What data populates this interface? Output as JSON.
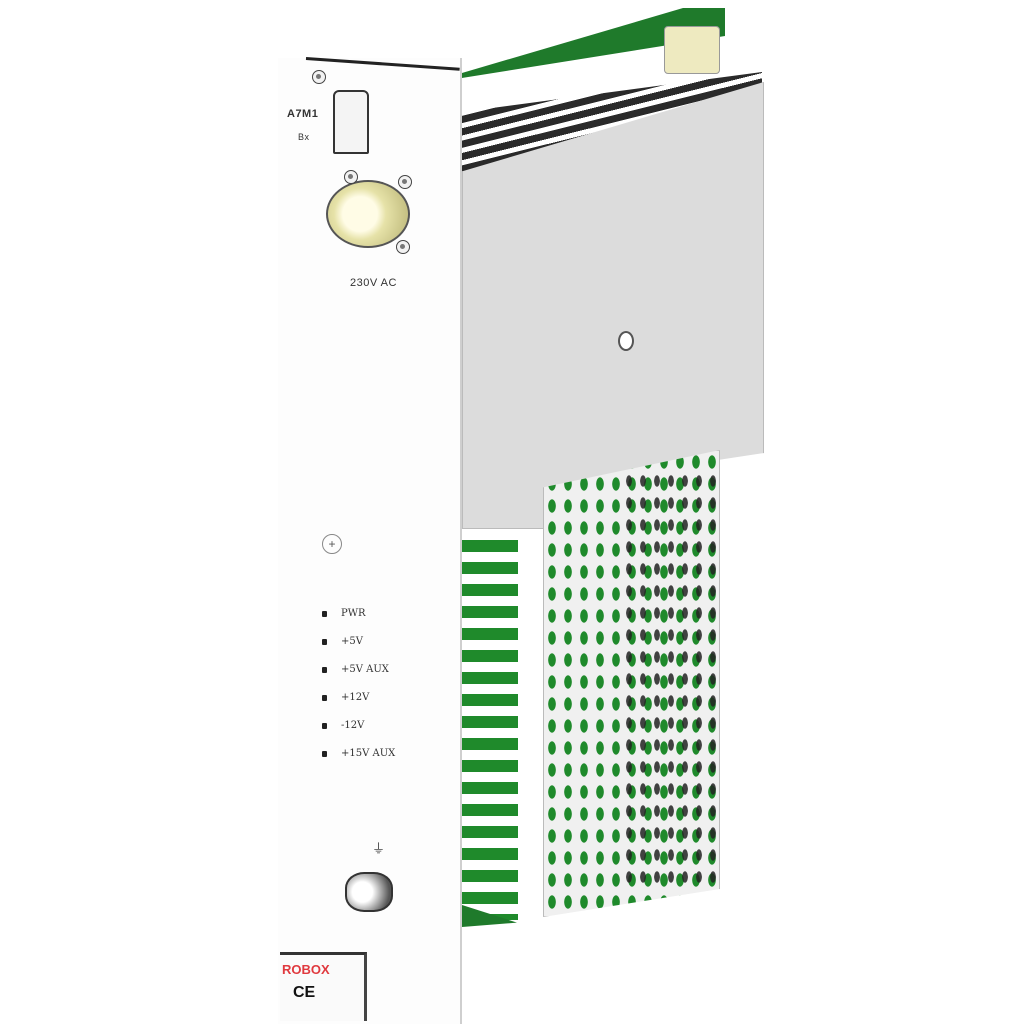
{
  "product": {
    "type": "power-supply-module",
    "colors": {
      "pcb_green": "#1f7a2b",
      "faceplate": "#fdfdfd",
      "cover": "#dcdcdc",
      "connector": "#e8e6b8",
      "brand_red": "#e0393e"
    }
  },
  "faceplate": {
    "top_label": "A7M1",
    "top_sublabel": "Bx",
    "connector_label": "230V AC",
    "leds": [
      {
        "label": "PWR"
      },
      {
        "label": "+5V"
      },
      {
        "label": "+5V AUX"
      },
      {
        "label": "+12V"
      },
      {
        "label": "-12V"
      },
      {
        "label": "+15V AUX"
      }
    ],
    "ground_symbol": "⏚",
    "brand": "ROBOX",
    "certification": "CE"
  }
}
